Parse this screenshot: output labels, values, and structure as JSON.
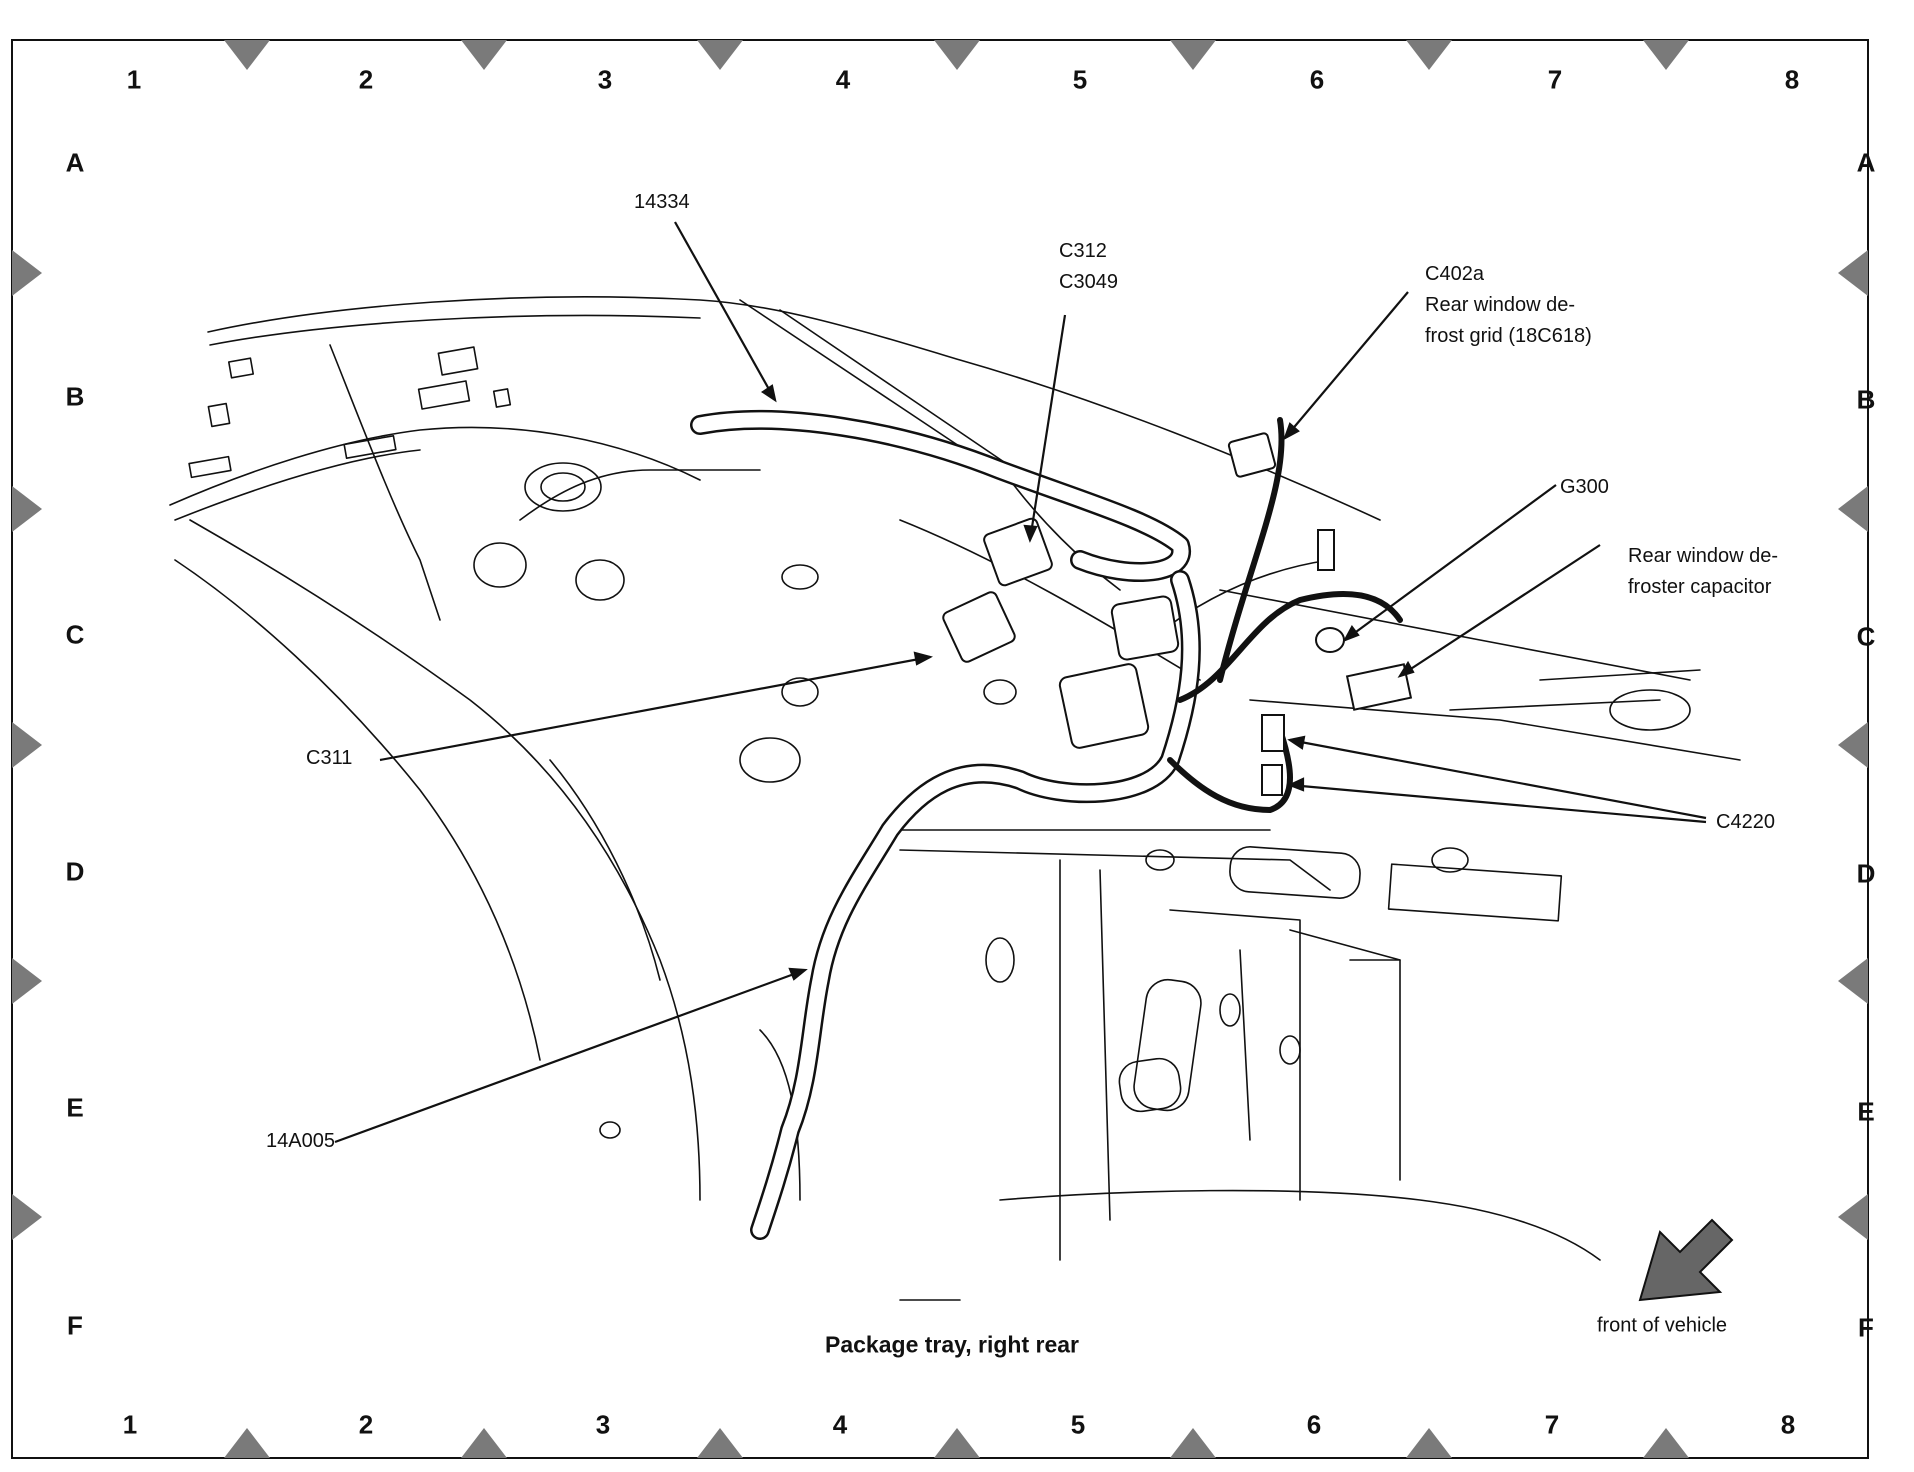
{
  "grid": {
    "columns": [
      "1",
      "2",
      "3",
      "4",
      "5",
      "6",
      "7",
      "8"
    ],
    "rows": [
      "A",
      "B",
      "C",
      "D",
      "E",
      "F"
    ]
  },
  "callouts": {
    "part_14334": "14334",
    "conn_c312": "C312",
    "conn_c3049": "C3049",
    "conn_c402a": "C402a",
    "c402a_desc_1": "Rear window de-",
    "c402a_desc_2": "frost grid (18C618)",
    "ground_g300": "G300",
    "capacitor_1": "Rear window de-",
    "capacitor_2": "froster capacitor",
    "conn_c311": "C311",
    "conn_c4220": "C4220",
    "part_14a005": "14A005"
  },
  "caption": "Package tray, right rear",
  "orientation_label": "front of vehicle",
  "colors": {
    "line": "#111111",
    "marker": "#7a7a7a",
    "background": "#ffffff"
  }
}
